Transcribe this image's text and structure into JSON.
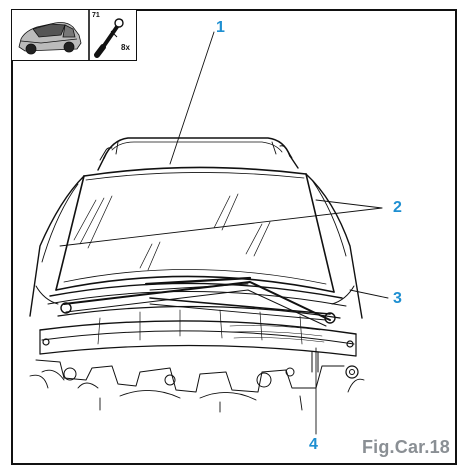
{
  "figure": {
    "caption": "Fig.Car.18",
    "callouts": [
      "1",
      "2",
      "3",
      "4"
    ],
    "tool_ref": "71",
    "tool_qty": "8x",
    "accent_color": "#1e8fd1",
    "caption_color": "#8a8f94"
  },
  "icons": {
    "vehicle": "car-icon",
    "tool": "tool-icon"
  }
}
